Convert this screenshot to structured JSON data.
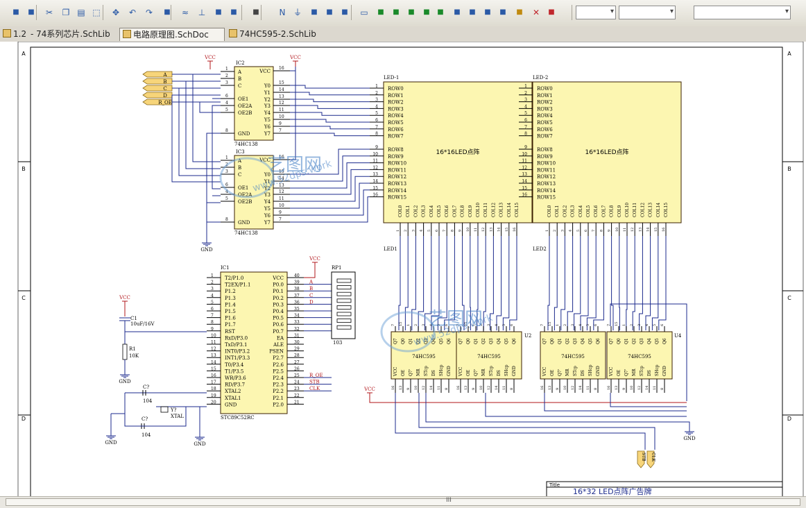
{
  "toolbar": {
    "icons": [
      "cut-icon",
      "copy-icon",
      "paste-icon",
      "select-icon",
      "move-icon",
      "undo-icon",
      "redo-icon",
      "wire-icon",
      "bus-icon",
      "netlabel-icon",
      "power-icon",
      "part-icon",
      "delete-icon"
    ]
  },
  "tabs": [
    {
      "label": "1.2"
    },
    {
      "label": "- 74系列芯片.SchLib"
    },
    {
      "label": "电路原理图.SchDoc"
    },
    {
      "label": "74HC595-2.SchLib"
    }
  ],
  "border": {
    "rows": [
      "A",
      "B",
      "C",
      "D"
    ]
  },
  "ic2": {
    "ref": "IC2",
    "name": "74HC138",
    "pins_left": [
      "A",
      "B",
      "C",
      "OE1",
      "OE2A",
      "OE2B",
      "GND"
    ],
    "pins_right": [
      "VCC",
      "Y0",
      "Y1",
      "Y2",
      "Y3",
      "Y4",
      "Y5",
      "Y6",
      "Y7"
    ],
    "nums_left": [
      "1",
      "2",
      "3",
      "6",
      "4",
      "5",
      "8"
    ],
    "nums_right": [
      "16",
      "15",
      "14",
      "13",
      "12",
      "11",
      "10",
      "9",
      "7"
    ]
  },
  "ic3": {
    "ref": "IC3",
    "name": "74HC138"
  },
  "ports": [
    "A",
    "B",
    "C",
    "D",
    "R_OE"
  ],
  "power": {
    "vcc": "VCC",
    "gnd": "GND"
  },
  "led1": {
    "ref": "LED-1",
    "label": "16*16LED点阵",
    "net": "LED1"
  },
  "led2": {
    "ref": "LED-2",
    "label": "16*16LED点阵",
    "net": "LED2"
  },
  "led_rows": [
    "ROW0",
    "ROW1",
    "ROW2",
    "ROW3",
    "ROW4",
    "ROW5",
    "ROW6",
    "ROW7",
    "ROW8",
    "ROW9",
    "ROW10",
    "ROW11",
    "ROW12",
    "ROW13",
    "ROW14",
    "ROW15"
  ],
  "led_cols": [
    "COL0",
    "COL1",
    "COL2",
    "COL3",
    "COL4",
    "COL5",
    "COL6",
    "COL7",
    "COL8",
    "COL9",
    "COL10",
    "COL11",
    "COL12",
    "COL13",
    "COL14",
    "COL15"
  ],
  "ic1": {
    "ref": "IC1",
    "name": "STC89C52RC",
    "left": [
      [
        "1",
        "T2/P1.0"
      ],
      [
        "2",
        "T2EX/P1.1"
      ],
      [
        "3",
        "P1.2"
      ],
      [
        "4",
        "P1.3"
      ],
      [
        "5",
        "P1.4"
      ],
      [
        "6",
        "P1.5"
      ],
      [
        "7",
        "P1.6"
      ],
      [
        "8",
        "P1.7"
      ],
      [
        "9",
        "RST"
      ],
      [
        "10",
        "RxD/P3.0"
      ],
      [
        "11",
        "TxD/P3.1"
      ],
      [
        "12",
        "INT0/P3.2"
      ],
      [
        "13",
        "INT1/P3.3"
      ],
      [
        "14",
        "T0/P3.4"
      ],
      [
        "15",
        "T1/P3.5"
      ],
      [
        "16",
        "WR/P3.6"
      ],
      [
        "17",
        "RD/P3.7"
      ],
      [
        "18",
        "XTAL2"
      ],
      [
        "19",
        "XTAL1"
      ],
      [
        "20",
        "GND"
      ]
    ],
    "right": [
      [
        "40",
        "VCC"
      ],
      [
        "39",
        "P0.0"
      ],
      [
        "38",
        "P0.1"
      ],
      [
        "37",
        "P0.2"
      ],
      [
        "36",
        "P0.3"
      ],
      [
        "35",
        "P0.4"
      ],
      [
        "34",
        "P0.5"
      ],
      [
        "33",
        "P0.6"
      ],
      [
        "32",
        "P0.7"
      ],
      [
        "31",
        "EA"
      ],
      [
        "30",
        "ALE"
      ],
      [
        "29",
        "PSEN"
      ],
      [
        "28",
        "P2.7"
      ],
      [
        "27",
        "P2.6"
      ],
      [
        "26",
        "P2.5"
      ],
      [
        "25",
        "P2.4"
      ],
      [
        "24",
        "P2.3"
      ],
      [
        "23",
        "P2.2"
      ],
      [
        "22",
        "P2.1"
      ],
      [
        "21",
        "P2.0"
      ]
    ]
  },
  "nets": {
    "a": "A",
    "b": "B",
    "c": "C",
    "d": "D",
    "roe": "R_OE",
    "stb": "STB",
    "clk": "CLK"
  },
  "rp1": {
    "ref": "RP1",
    "value": "103"
  },
  "c1": {
    "ref": "C1",
    "value": "10uF/16V"
  },
  "r1": {
    "ref": "R1",
    "value": "10K"
  },
  "c_top": {
    "ref": "C?",
    "value": "104"
  },
  "c_bot": {
    "ref": "C?",
    "value": "104"
  },
  "y": {
    "ref": "Y?",
    "value": "XTAL"
  },
  "sr": {
    "name": "74HC595",
    "ref4": "U4",
    "ref2": "U2",
    "pins_top": [
      "Q7",
      "Q0",
      "Q1",
      "Q2",
      "Q3",
      "Q4",
      "Q5",
      "Q6"
    ],
    "pins_bot": [
      "VCC",
      "OE",
      "Q7'",
      "MR",
      "STcp",
      "DS",
      "SHcp",
      "GND"
    ],
    "nums_top": [
      "7",
      "15",
      "1",
      "2",
      "3",
      "4",
      "5",
      "6"
    ],
    "nums_bot": [
      "16",
      "13",
      "9",
      "10",
      "12",
      "14",
      "11",
      "8"
    ]
  },
  "title_block": {
    "caption": "Title",
    "text": "16*32 LED点阵广告牌"
  },
  "watermark": {
    "brand": "艺图网",
    "url": "www.52dps.work"
  },
  "scroll": {
    "grip": "III"
  }
}
